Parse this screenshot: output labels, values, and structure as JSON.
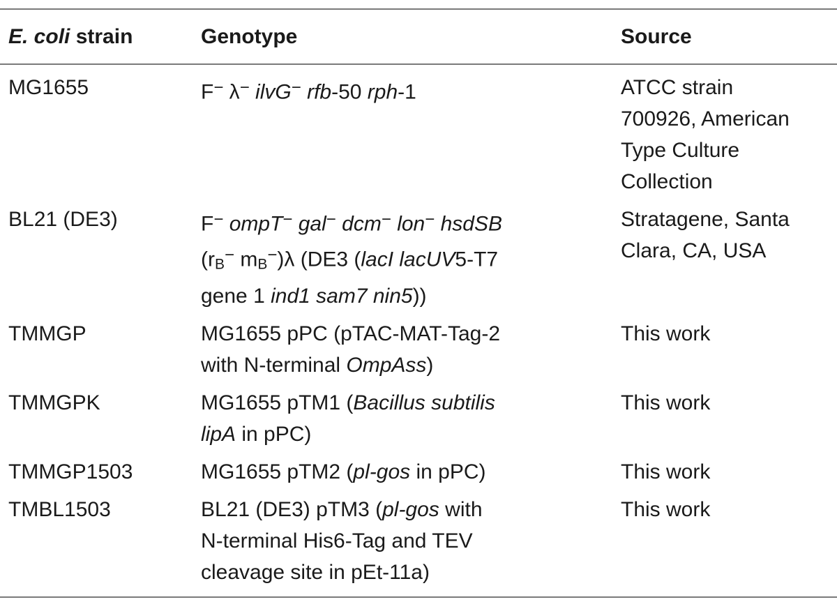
{
  "table": {
    "headers": {
      "strain_italic": "E. coli",
      "strain_rest": " strain",
      "genotype": "Genotype",
      "source": "Source"
    },
    "rows": [
      {
        "strain": "MG1655",
        "genotype": [
          [
            [
              "F",
              ""
            ],
            [
              "−",
              "sup"
            ],
            [
              " λ",
              ""
            ],
            [
              "−",
              "sup"
            ],
            [
              " ",
              ""
            ],
            [
              "ilvG",
              "i"
            ],
            [
              "−",
              "sup"
            ],
            [
              " ",
              ""
            ],
            [
              "rfb",
              "i"
            ],
            [
              "-50 ",
              ""
            ],
            [
              "rph",
              "i"
            ],
            [
              "-1",
              ""
            ]
          ]
        ],
        "source": [
          "ATCC strain",
          "700926, American",
          "Type Culture",
          "Collection"
        ]
      },
      {
        "strain": "BL21 (DE3)",
        "genotype": [
          [
            [
              "F",
              ""
            ],
            [
              "−",
              "sup"
            ],
            [
              " ",
              ""
            ],
            [
              "ompT",
              "i"
            ],
            [
              "−",
              "sup"
            ],
            [
              " ",
              ""
            ],
            [
              "gal",
              "i"
            ],
            [
              "−",
              "sup"
            ],
            [
              " ",
              ""
            ],
            [
              "dcm",
              "i"
            ],
            [
              "−",
              "sup"
            ],
            [
              " ",
              ""
            ],
            [
              "lon",
              "i"
            ],
            [
              "−",
              "sup"
            ],
            [
              " ",
              ""
            ],
            [
              "hsdSB",
              "i"
            ]
          ],
          [
            [
              "(r",
              ""
            ],
            [
              "B",
              "sub"
            ],
            [
              "−",
              "sup"
            ],
            [
              " m",
              ""
            ],
            [
              "B",
              "sub"
            ],
            [
              "−",
              "sup"
            ],
            [
              ")λ (DE3 (",
              ""
            ],
            [
              "lacI lacUV",
              "i"
            ],
            [
              "5-T7",
              ""
            ]
          ],
          [
            [
              "gene 1 ",
              ""
            ],
            [
              "ind1 sam7 nin5",
              "i"
            ],
            [
              "))",
              ""
            ]
          ]
        ],
        "source": [
          "Stratagene, Santa",
          "Clara, CA, USA"
        ]
      },
      {
        "strain": "TMMGP",
        "genotype": [
          [
            [
              "MG1655 pPC (pTAC-MAT-Tag-2",
              ""
            ]
          ],
          [
            [
              "with N-terminal ",
              ""
            ],
            [
              "OmpAss",
              "i"
            ],
            [
              ")",
              ""
            ]
          ]
        ],
        "source": [
          "This work"
        ]
      },
      {
        "strain": "TMMGPK",
        "genotype": [
          [
            [
              "MG1655 pTM1 (",
              ""
            ],
            [
              "Bacillus subtilis",
              "i"
            ]
          ],
          [
            [
              "lipA",
              "i"
            ],
            [
              " in pPC)",
              ""
            ]
          ]
        ],
        "source": [
          "This work"
        ]
      },
      {
        "strain": "TMMGP1503",
        "genotype": [
          [
            [
              "MG1655 pTM2 (",
              ""
            ],
            [
              "pl-gos",
              "i"
            ],
            [
              " in pPC)",
              ""
            ]
          ]
        ],
        "source": [
          "This work"
        ]
      },
      {
        "strain": "TMBL1503",
        "genotype": [
          [
            [
              "BL21 (DE3) pTM3 (",
              ""
            ],
            [
              "pl-gos",
              "i"
            ],
            [
              " with",
              ""
            ]
          ],
          [
            [
              "N-terminal His6-Tag and TEV",
              ""
            ]
          ],
          [
            [
              "cleavage site in pEt-11a)",
              ""
            ]
          ]
        ],
        "source": [
          "This work"
        ]
      }
    ]
  }
}
